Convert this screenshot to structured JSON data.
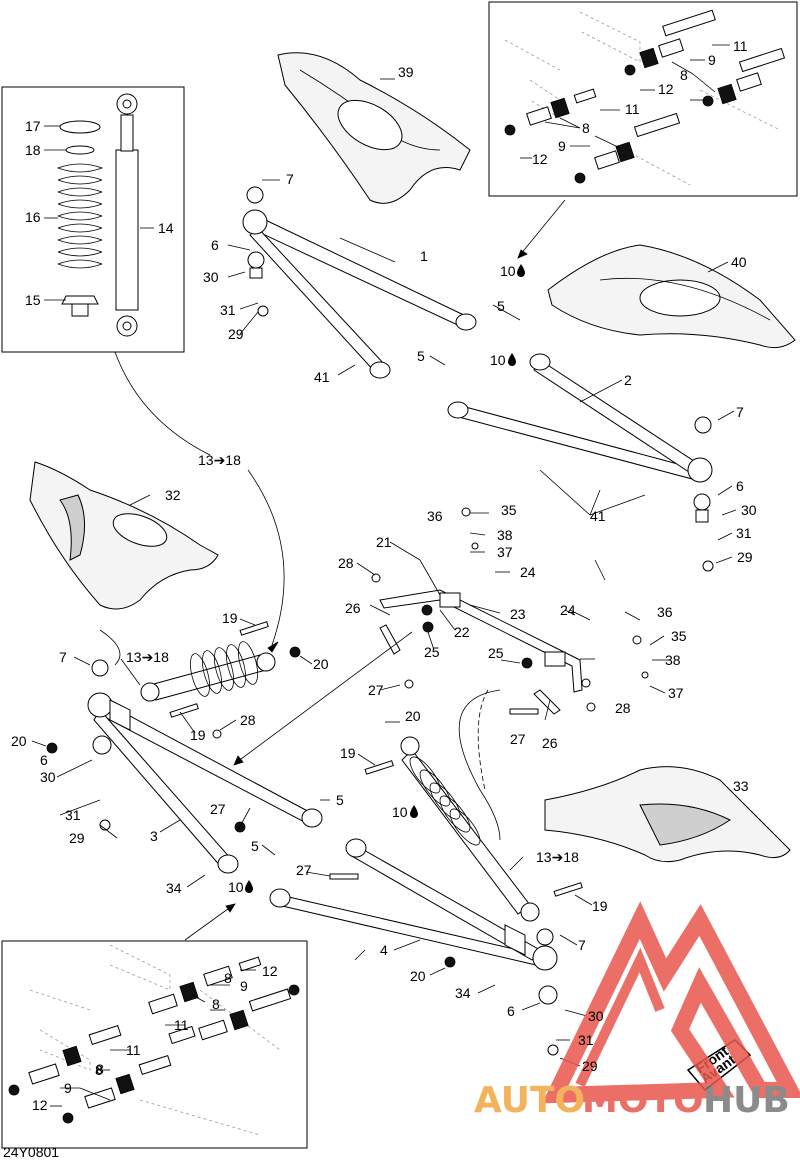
{
  "diagram_id": "24Y0801",
  "callouts": {
    "c1": "1",
    "c2": "2",
    "c3": "3",
    "c4": "4",
    "c5a": "5",
    "c5b": "5",
    "c5c": "5",
    "c5d": "5",
    "c6a": "6",
    "c6b": "6",
    "c6c": "6",
    "c6d": "6",
    "c7a": "7",
    "c7b": "7",
    "c7c": "7",
    "c7d": "7",
    "c8a": "8",
    "c8b": "8",
    "c8c": "8",
    "c8d": "8",
    "c8e": "8",
    "c8f": "8",
    "c9a": "9",
    "c9b": "9",
    "c9c": "9",
    "c9d": "9",
    "c10a": "10",
    "c10b": "10",
    "c10c": "10",
    "c10d": "10",
    "c11a": "11",
    "c11b": "11",
    "c11c": "11",
    "c11d": "11",
    "c12a": "12",
    "c12b": "12",
    "c12c": "12",
    "c12d": "12",
    "c13a": "13➔18",
    "c13b": "13➔18",
    "c13c": "13➔18",
    "c14": "14",
    "c15": "15",
    "c16": "16",
    "c17": "17",
    "c18": "18",
    "c19a": "19",
    "c19b": "19",
    "c19c": "19",
    "c19d": "19",
    "c20a": "20",
    "c20b": "20",
    "c20c": "20",
    "c20d": "20",
    "c21": "21",
    "c22": "22",
    "c23": "23",
    "c24a": "24",
    "c24b": "24",
    "c25a": "25",
    "c25b": "25",
    "c26a": "26",
    "c26b": "26",
    "c27a": "27",
    "c27b": "27",
    "c27c": "27",
    "c27d": "27",
    "c28a": "28",
    "c28b": "28",
    "c28c": "28",
    "c29a": "29",
    "c29b": "29",
    "c29c": "29",
    "c29d": "29",
    "c30a": "30",
    "c30b": "30",
    "c30c": "30",
    "c30d": "30",
    "c31a": "31",
    "c31b": "31",
    "c31c": "31",
    "c31d": "31",
    "c32": "32",
    "c33": "33",
    "c34a": "34",
    "c34b": "34",
    "c35a": "35",
    "c35b": "35",
    "c36a": "36",
    "c36b": "36",
    "c37a": "37",
    "c37b": "37",
    "c38a": "38",
    "c38b": "38",
    "c39": "39",
    "c40": "40",
    "c41a": "41",
    "c41b": "41"
  },
  "front_tag": {
    "line1": "Front",
    "line2": "Avant"
  },
  "watermark": {
    "part1": "AUTO",
    "part2": "MOTO",
    "part3": "HUB"
  },
  "colors": {
    "watermark_red": "#e8574c",
    "watermark_orange": "#f0a640",
    "watermark_grey": "#777777",
    "ink": "#000000"
  }
}
